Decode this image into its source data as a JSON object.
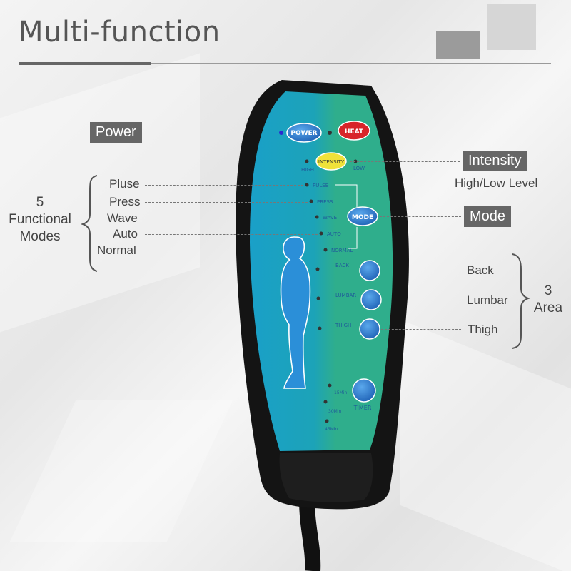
{
  "title": "Multi-function",
  "callouts": {
    "power": "Power",
    "intensity": "Intensity",
    "intensity_sub": "High/Low Level",
    "mode": "Mode"
  },
  "modes_group": {
    "line1": "5",
    "line2": "Functional",
    "line3": "Modes"
  },
  "modes": [
    "Pluse",
    "Press",
    "Wave",
    "Auto",
    "Normal"
  ],
  "area_group": {
    "line1": "3",
    "line2": "Area"
  },
  "areas": [
    "Back",
    "Lumbar",
    "Thigh"
  ],
  "remote": {
    "power_button": "POWER",
    "heat_button": "HEAT",
    "intensity_button": "INTENSITY",
    "high": "HIGH",
    "low": "LOW",
    "mode_button": "MODE",
    "mode_labels": [
      "PULSE",
      "PRESS",
      "WAVE",
      "AUTO",
      "NORMAL"
    ],
    "area_labels": [
      "BACK",
      "LUMBAR",
      "THIGH"
    ],
    "timer_button": "TIMER",
    "timer_labels": [
      "15Min",
      "30Min",
      "45Min"
    ]
  },
  "colors": {
    "panel_green": "#2fae8c",
    "panel_blue": "#1aa0c8",
    "button_blue": "#1f72c6",
    "heat_red": "#d8242a",
    "intensity_yellow": "#f0e23a",
    "remote_body": "#141414",
    "callout_bg": "#666666"
  }
}
